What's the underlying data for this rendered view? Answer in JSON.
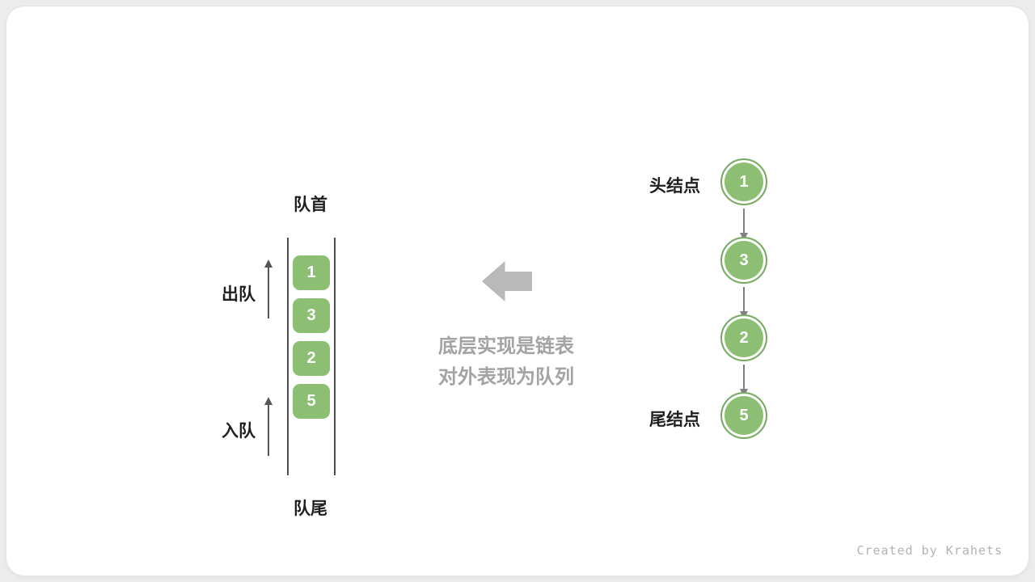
{
  "queue": {
    "front_label": "队首",
    "rear_label": "队尾",
    "dequeue_label": "出队",
    "enqueue_label": "入队",
    "items": [
      "1",
      "3",
      "2",
      "5"
    ]
  },
  "annotation": {
    "line1": "底层实现是链表",
    "line2": "对外表现为队列"
  },
  "linked_list": {
    "head_label": "头结点",
    "tail_label": "尾结点",
    "nodes": [
      "1",
      "3",
      "2",
      "5"
    ]
  },
  "footer": {
    "credit": "Created by Krahets"
  },
  "colors": {
    "node_green": "#8cbf74",
    "node_ring": "#79a964",
    "line_dark": "#4d4d4d",
    "arrow_gray": "#b9b9b9",
    "note_gray": "#a3a3a3",
    "text_dark": "#1f1f1f"
  }
}
